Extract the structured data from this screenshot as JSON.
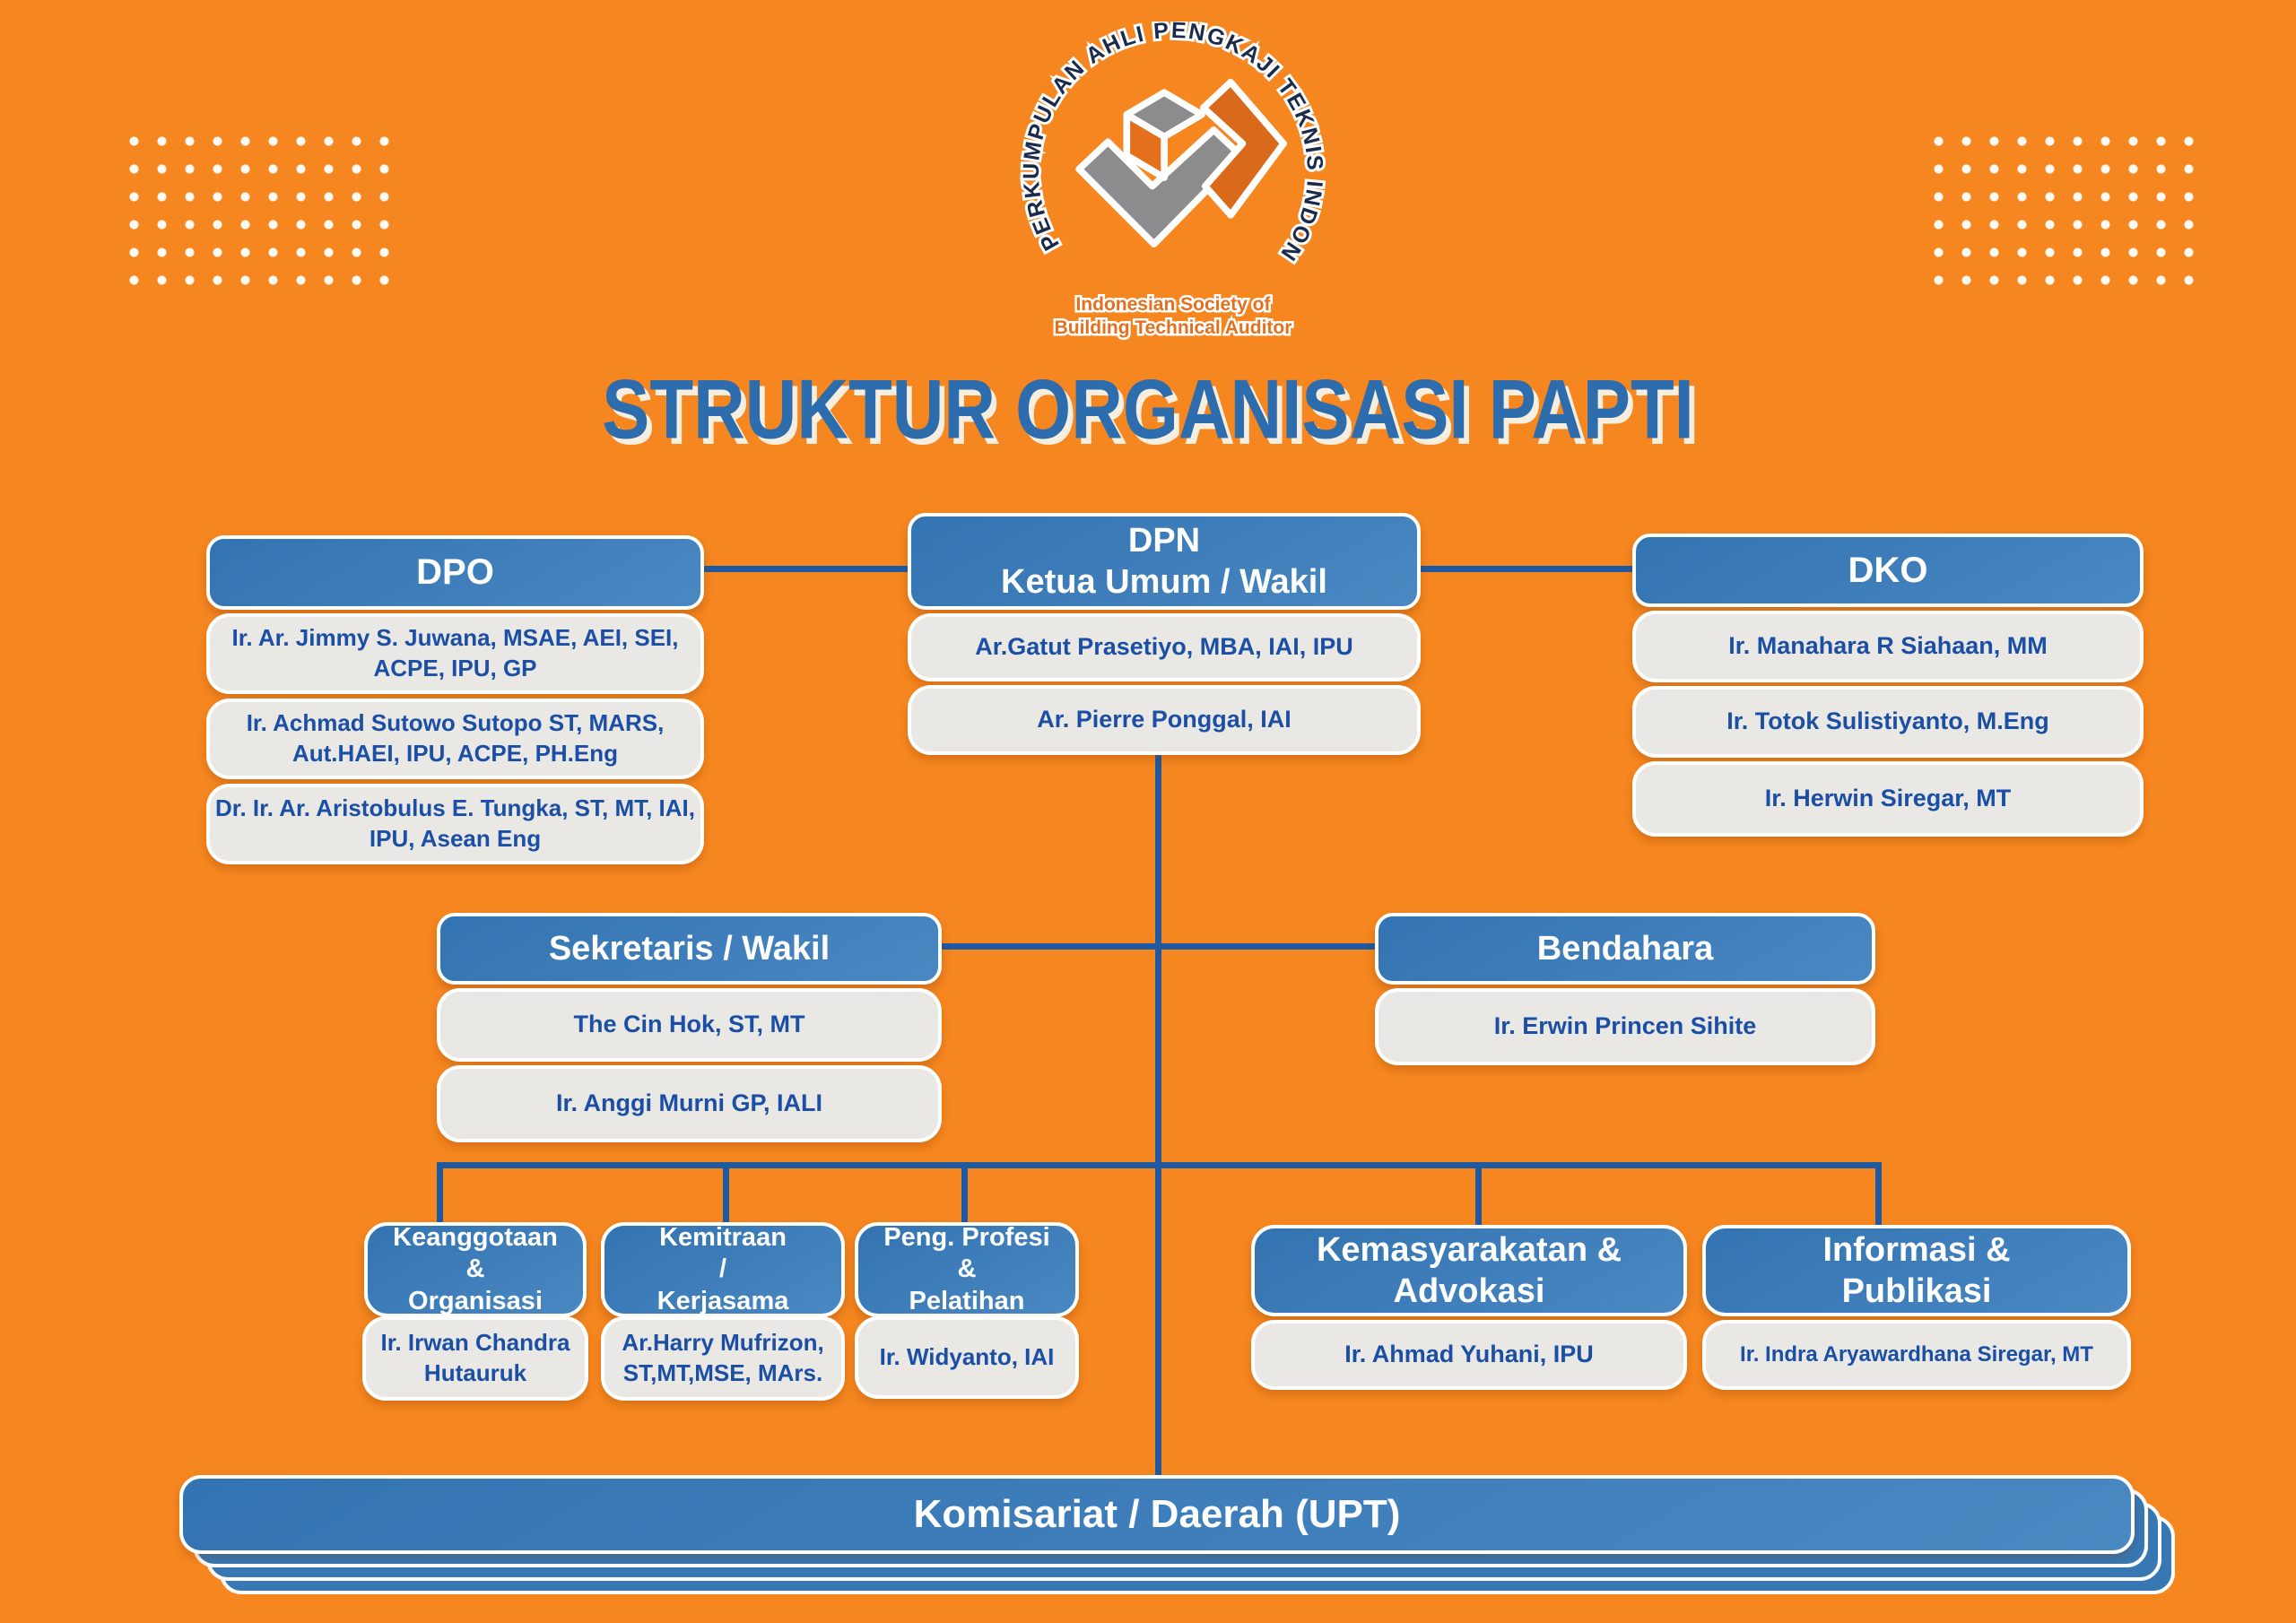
{
  "title": "STRUKTUR ORGANISASI PAPTI",
  "logo": {
    "arc_text": "PERKUMPULAN AHLI PENGKAJI TEKNIS INDONESIA",
    "subtitle_line1": "Indonesian Society of",
    "subtitle_line2": "Building Technical Auditor"
  },
  "colors": {
    "background_orange": "#F6861F",
    "header_blue": "#3273B1",
    "header_blue_light": "#4A88C2",
    "member_box_gray": "#E9E8E5",
    "member_text_blue": "#1B4FA5",
    "connector_blue": "#1F5AA0",
    "title_blue": "#2D6CAD",
    "title_shadow_cream": "#F6EFDF",
    "logo_navy": "#1B2B4B",
    "logo_orange": "#E4701E",
    "logo_gray": "#8C8C8E"
  },
  "org": {
    "dpo": {
      "title": "DPO",
      "members": [
        "Ir. Ar. Jimmy S. Juwana, MSAE, AEI, SEI,\nACPE, IPU, GP",
        "Ir. Achmad Sutowo Sutopo ST, MARS,\nAut.HAEI, IPU, ACPE, PH.Eng",
        "Dr. Ir. Ar. Aristobulus E. Tungka, ST, MT, IAI,\nIPU, Asean Eng"
      ]
    },
    "dpn": {
      "title": "DPN\nKetua Umum / Wakil",
      "members": [
        "Ar.Gatut Prasetiyo, MBA, IAI, IPU",
        "Ar. Pierre Ponggal, IAI"
      ]
    },
    "dko": {
      "title": "DKO",
      "members": [
        "Ir. Manahara R Siahaan, MM",
        "Ir. Totok Sulistiyanto, M.Eng",
        "Ir. Herwin Siregar, MT"
      ]
    },
    "sekretaris": {
      "title": "Sekretaris / Wakil",
      "members": [
        "The Cin Hok, ST, MT",
        "Ir. Anggi Murni GP, IALI"
      ]
    },
    "bendahara": {
      "title": "Bendahara",
      "members": [
        "Ir. Erwin Princen Sihite"
      ]
    },
    "divisions": [
      {
        "title": "Keanggotaan\n&\nOrganisasi",
        "members": [
          "Ir. Irwan Chandra\nHutauruk"
        ]
      },
      {
        "title": "Kemitraan\n/\nKerjasama",
        "members": [
          "Ar.Harry Mufrizon,\nST,MT,MSE, MArs."
        ]
      },
      {
        "title": "Peng. Profesi\n&\nPelatihan",
        "members": [
          "Ir. Widyanto, IAI"
        ]
      },
      {
        "title": "Kemasyarakatan &\nAdvokasi",
        "members": [
          "Ir. Ahmad Yuhani, IPU"
        ]
      },
      {
        "title": "Informasi &\nPublikasi",
        "members": [
          "Ir. Indra Aryawardhana Siregar, MT"
        ]
      }
    ],
    "komisariat": {
      "title": "Komisariat / Daerah (UPT)"
    }
  }
}
